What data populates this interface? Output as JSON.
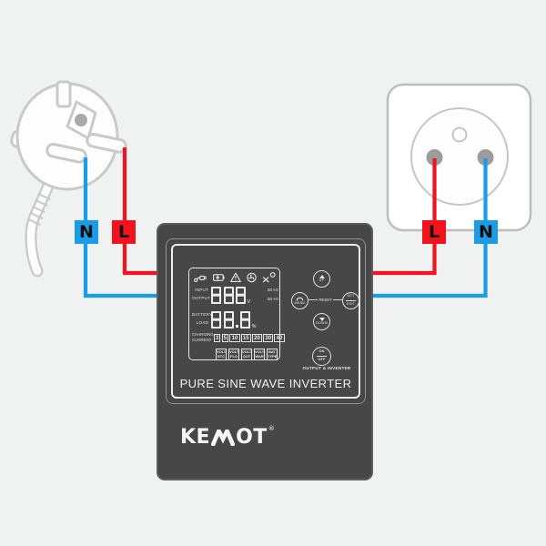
{
  "colors": {
    "background": "#f0f1f1",
    "wire_red": "#f2131f",
    "wire_blue": "#1b9ce8",
    "panel_body": "#474747"
  },
  "wiring": {
    "left_neutral": "N",
    "left_live": "L",
    "right_live": "L",
    "right_neutral": "N"
  },
  "inverter": {
    "lcd": {
      "icons": [
        "ac-input",
        "battery",
        "fault",
        "fan",
        "buzzer-mute"
      ],
      "input_label": "INPUT",
      "output_label": "OUTPUT",
      "voltage_value": "888",
      "voltage_unit": "V",
      "freq_top": "50 Hz",
      "freq_bottom": "60 Hz",
      "battery_label": "BATTERY",
      "load_label": "LOAD",
      "battery_value": "88.8",
      "battery_unit": "%",
      "charging_label_1": "CHARGING",
      "charging_label_2": "CURRENT",
      "charging_options": [
        "3",
        "5",
        "10",
        "15",
        "20",
        "30",
        "40"
      ],
      "indicators": [
        [
          "VOLT",
          "STC"
        ],
        [
          "VOLT",
          "FLO"
        ],
        [
          "VOLT",
          "OUT"
        ],
        [
          "VOLT",
          "WAR"
        ],
        [
          "BAT",
          "TYPE"
        ]
      ]
    },
    "buttons": {
      "up": "UP",
      "menu": "MENU",
      "reset": "RESET",
      "set": "SET",
      "exit": "EXIT",
      "down": "DOWN",
      "on": "ON",
      "off": "OFF",
      "output_inverter": "OUTPUT & INVENTER"
    },
    "title": "PURE SINE WAVE INVERTER",
    "brand": {
      "prefix": "KE",
      "suffix": "OT",
      "registered": "®"
    }
  }
}
